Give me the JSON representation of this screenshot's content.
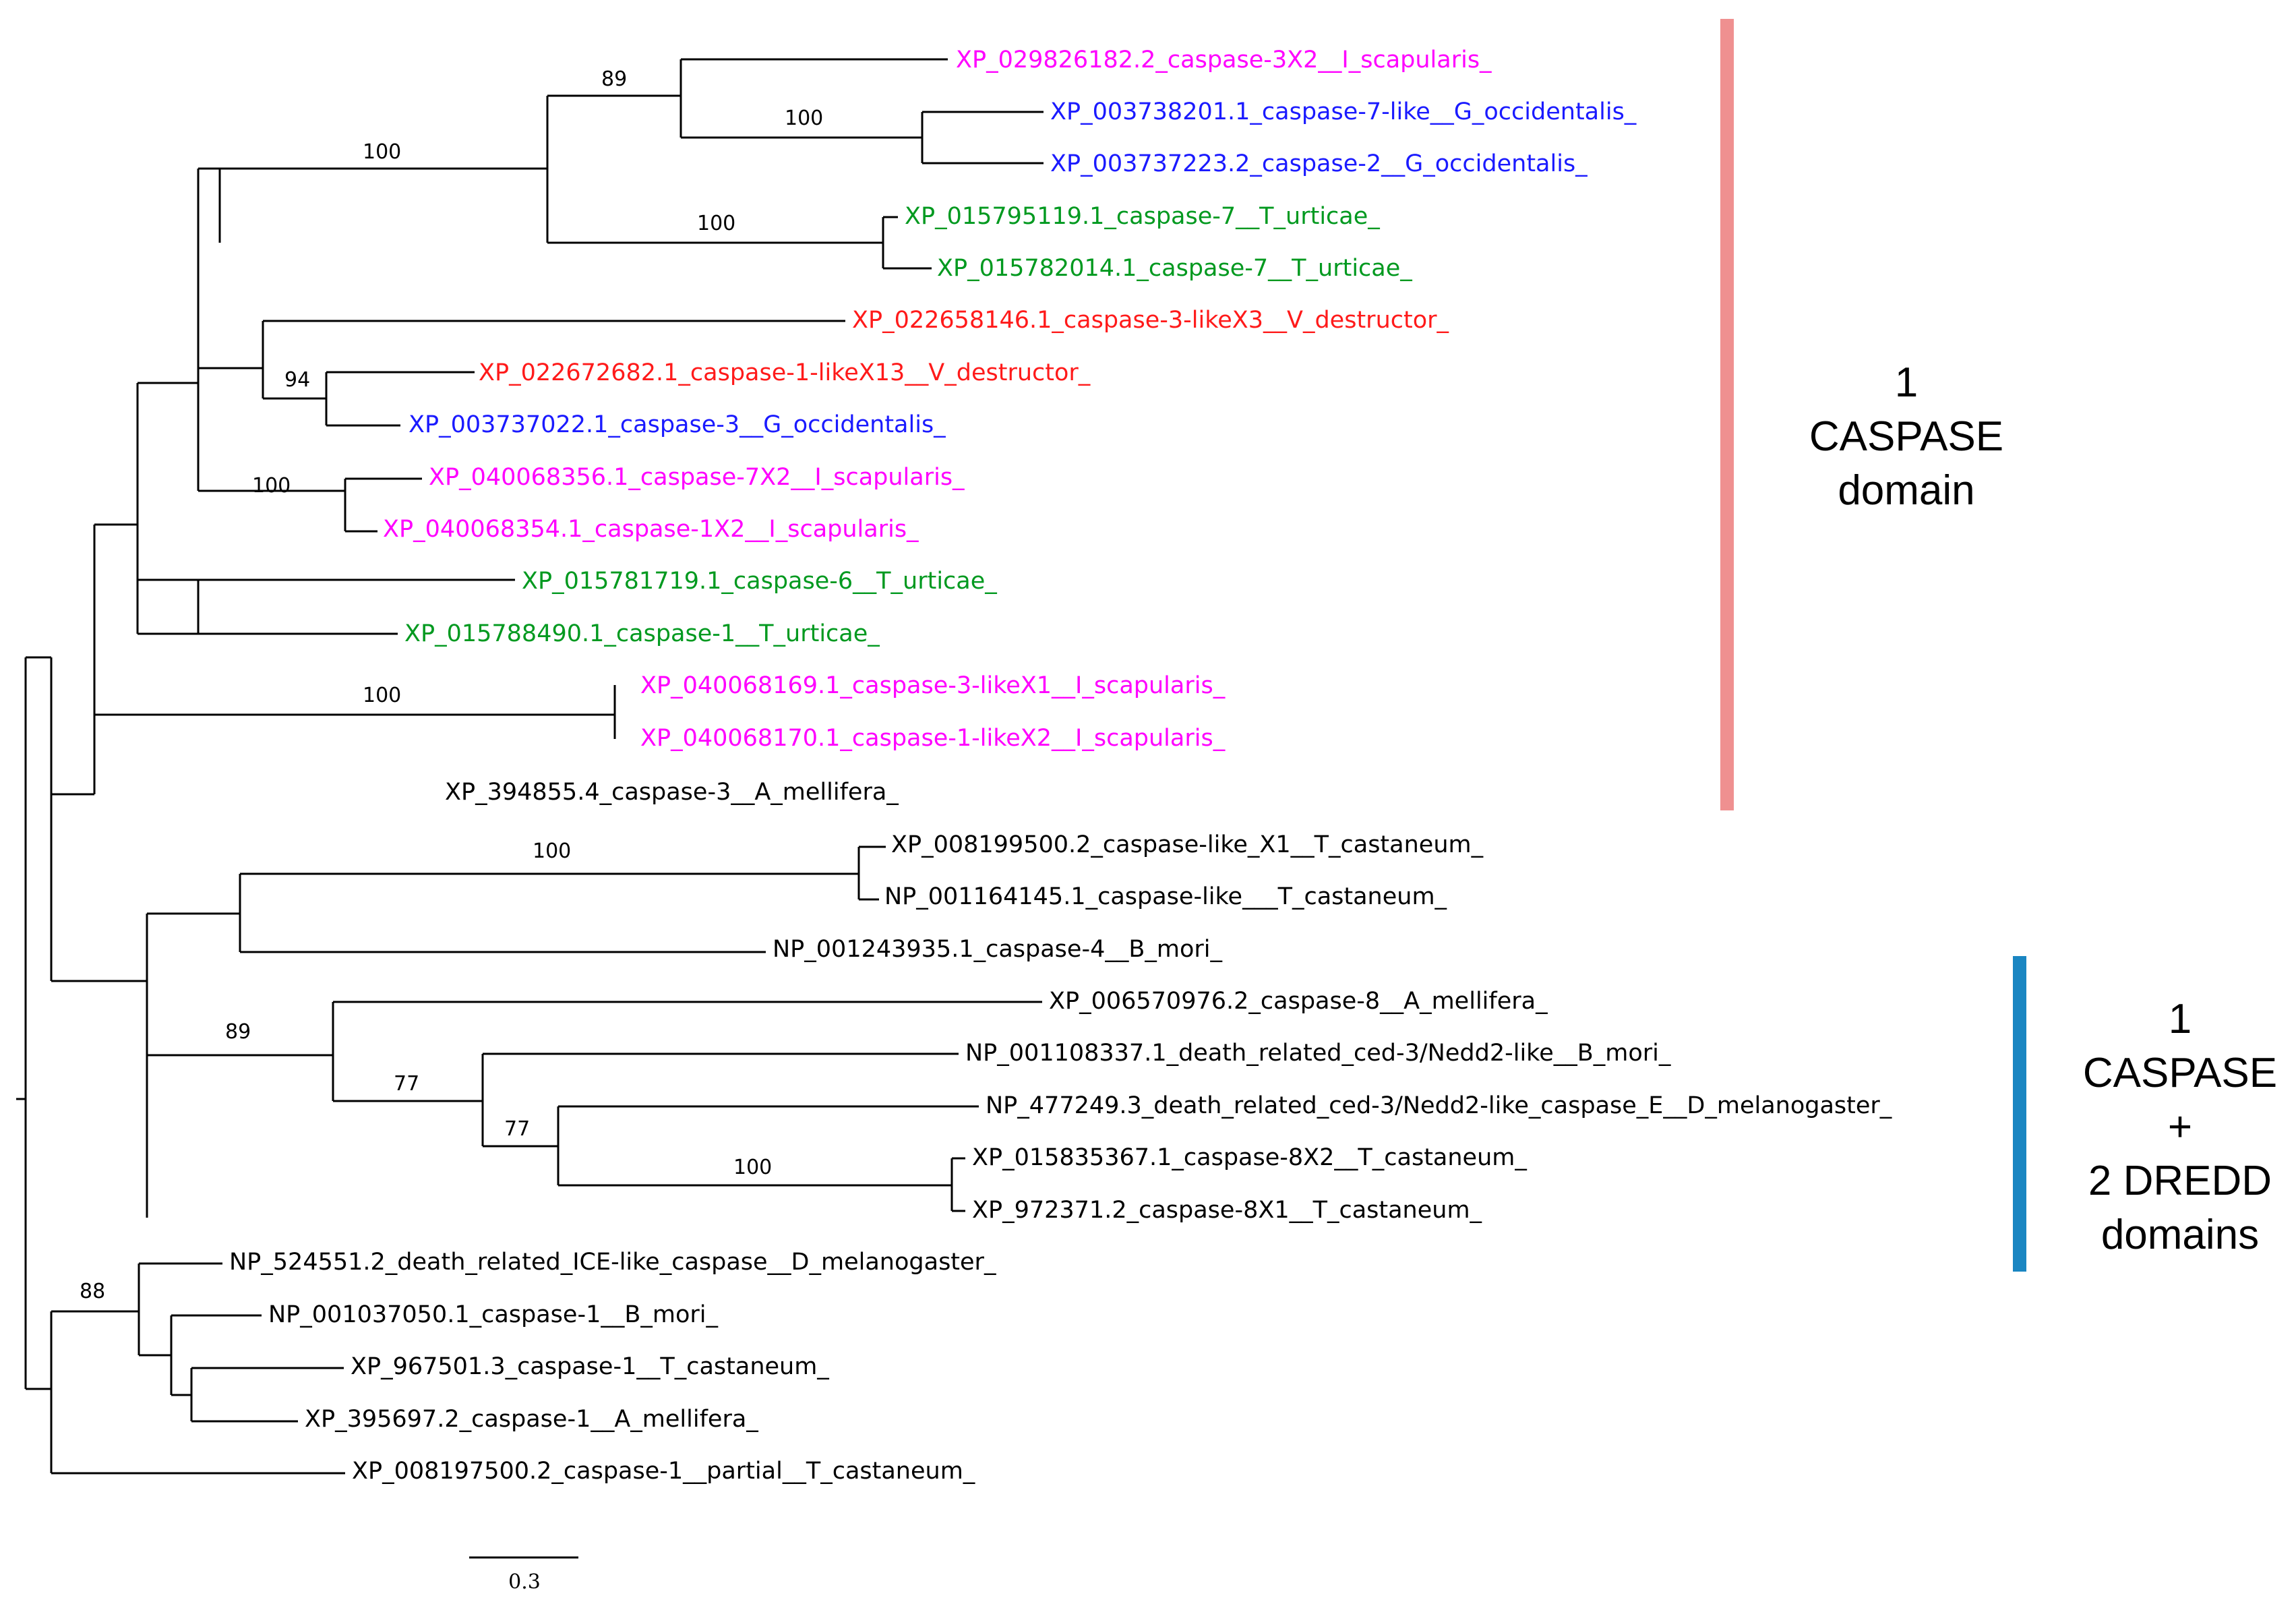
{
  "colors": {
    "magenta": "#ff00ff",
    "blue": "#1a1aff",
    "green": "#00991f",
    "red": "#ff1a1a",
    "black": "#000000",
    "bar_caspase": "#ef9090",
    "bar_dredd": "#1a86c2"
  },
  "tree": {
    "leaves": [
      {
        "id": "L1",
        "label": "XP_029826182.2_caspase-3X2__I_scapularis_",
        "color": "magenta"
      },
      {
        "id": "L2",
        "label": "XP_003738201.1_caspase-7-like__G_occidentalis_",
        "color": "blue"
      },
      {
        "id": "L3",
        "label": "XP_003737223.2_caspase-2__G_occidentalis_",
        "color": "blue"
      },
      {
        "id": "L4",
        "label": "XP_015795119.1_caspase-7__T_urticae_",
        "color": "green"
      },
      {
        "id": "L5",
        "label": "XP_015782014.1_caspase-7__T_urticae_",
        "color": "green"
      },
      {
        "id": "L6",
        "label": "XP_022658146.1_caspase-3-likeX3__V_destructor_",
        "color": "red"
      },
      {
        "id": "L7",
        "label": "XP_022672682.1_caspase-1-likeX13__V_destructor_",
        "color": "red"
      },
      {
        "id": "L8",
        "label": "XP_003737022.1_caspase-3__G_occidentalis_",
        "color": "blue"
      },
      {
        "id": "L9",
        "label": "XP_040068356.1_caspase-7X2__I_scapularis_",
        "color": "magenta"
      },
      {
        "id": "L10",
        "label": "XP_040068354.1_caspase-1X2__I_scapularis_",
        "color": "magenta"
      },
      {
        "id": "L11",
        "label": "XP_015781719.1_caspase-6__T_urticae_",
        "color": "green"
      },
      {
        "id": "L12",
        "label": "XP_015788490.1_caspase-1__T_urticae_",
        "color": "green"
      },
      {
        "id": "L13",
        "label": "XP_040068169.1_caspase-3-likeX1__I_scapularis_",
        "color": "magenta"
      },
      {
        "id": "L14",
        "label": "XP_040068170.1_caspase-1-likeX2__I_scapularis_",
        "color": "magenta"
      },
      {
        "id": "L15",
        "label": "XP_394855.4_caspase-3__A_mellifera_",
        "color": "black"
      },
      {
        "id": "L16",
        "label": "XP_008199500.2_caspase-like_X1__T_castaneum_",
        "color": "black"
      },
      {
        "id": "L17",
        "label": "NP_001164145.1_caspase-like___T_castaneum_",
        "color": "black"
      },
      {
        "id": "L18",
        "label": "NP_001243935.1_caspase-4__B_mori_",
        "color": "black"
      },
      {
        "id": "L19",
        "label": "XP_006570976.2_caspase-8__A_mellifera_",
        "color": "black"
      },
      {
        "id": "L20",
        "label": "NP_001108337.1_death_related_ced-3/Nedd2-like__B_mori_",
        "color": "black"
      },
      {
        "id": "L21",
        "label": "NP_477249.3_death_related_ced-3/Nedd2-like_caspase_E__D_melanogaster_",
        "color": "black"
      },
      {
        "id": "L22",
        "label": "XP_015835367.1_caspase-8X2__T_castaneum_",
        "color": "black"
      },
      {
        "id": "L23",
        "label": "XP_972371.2_caspase-8X1__T_castaneum_",
        "color": "black"
      },
      {
        "id": "L24",
        "label": "NP_524551.2_death_related_ICE-like_caspase__D_melanogaster_",
        "color": "black"
      },
      {
        "id": "L25",
        "label": "NP_001037050.1_caspase-1__B_mori_",
        "color": "black"
      },
      {
        "id": "L26",
        "label": "XP_967501.3_caspase-1__T_castaneum_",
        "color": "black"
      },
      {
        "id": "L27",
        "label": "XP_395697.2_caspase-1__A_mellifera_",
        "color": "black"
      },
      {
        "id": "L28",
        "label": "XP_008197500.2_caspase-1__partial__T_castaneum_",
        "color": "black"
      }
    ],
    "bootstrap_values": [
      "89",
      "100",
      "100",
      "100",
      "94",
      "100",
      "100",
      "100",
      "89",
      "77",
      "77",
      "100",
      "88"
    ],
    "scale_bar_label": "0.3"
  },
  "annotations": {
    "caspase_group": {
      "lines": [
        "1",
        "CASPASE",
        "domain"
      ]
    },
    "dredd_group": {
      "lines": [
        "1",
        "CASPASE",
        "+",
        "2 DREDD",
        "domains"
      ]
    }
  }
}
